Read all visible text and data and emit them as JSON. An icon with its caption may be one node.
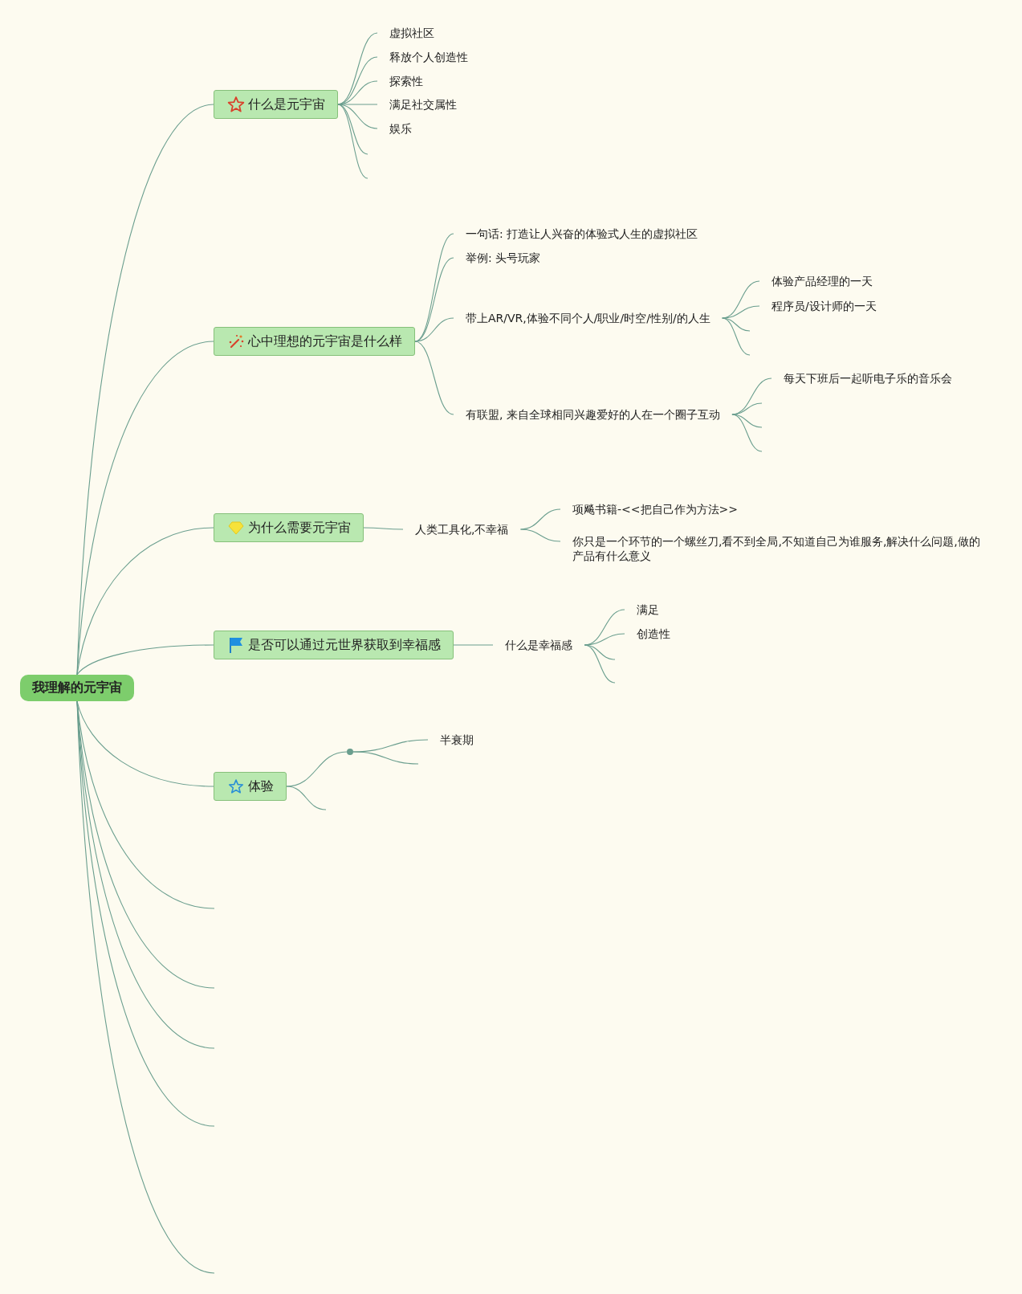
{
  "diagram": {
    "nodes": [
      {
        "text": [
          "我理解的元宇宙"
        ]
      },
      {
        "text": [
          "什么是元宇宙"
        ]
      },
      {
        "text": [
          "虚拟社区"
        ]
      },
      {
        "text": [
          "释放个人创造性"
        ]
      },
      {
        "text": [
          "探索性"
        ]
      },
      {
        "text": [
          "满足社交属性"
        ]
      },
      {
        "text": [
          "娱乐"
        ]
      },
      {
        "text": [
          "心中理想的元宇宙是什么样"
        ]
      },
      {
        "text": [
          "一句话: 打造让人兴奋的体验式人生的虚拟社区"
        ]
      },
      {
        "text": [
          "举例: 头号玩家"
        ]
      },
      {
        "text": [
          "带上AR/VR,体验不同个人/职业/时空/性别/的人生"
        ]
      },
      {
        "text": [
          "体验产品经理的一天"
        ]
      },
      {
        "text": [
          "程序员/设计师的一天"
        ]
      },
      {
        "text": [
          "有联盟, 来自全球相同兴趣爱好的人在一个圈子互动"
        ]
      },
      {
        "text": [
          "每天下班后一起听电子乐的音乐会"
        ]
      },
      {
        "text": [
          "为什么需要元宇宙"
        ]
      },
      {
        "text": [
          "人类工具化,不幸福"
        ]
      },
      {
        "text": [
          "项飚书籍-<<把自己作为方法>>"
        ]
      },
      {
        "text": [
          "你只是一个环节的一个螺丝刀,看不到全局,不知道自己为谁服务,解决什么问题,做的产品有什么意义"
        ]
      },
      {
        "text": [
          "是否可以通过元世界获取到幸福感"
        ]
      },
      {
        "text": [
          "什么是幸福感"
        ]
      },
      {
        "text": [
          "满足"
        ]
      },
      {
        "text": [
          "创造性"
        ]
      },
      {
        "text": [
          "体验"
        ]
      },
      {
        "text": [],
        "shape": "circle"
      },
      {
        "text": [
          "半衰期"
        ]
      }
    ],
    "edges": [
      {
        "from": 0,
        "to": 1,
        "arrow": "none"
      },
      {
        "from": 0,
        "to": 7,
        "arrow": "none"
      },
      {
        "from": 0,
        "to": 15,
        "arrow": "none"
      },
      {
        "from": 0,
        "to": 19,
        "arrow": "none"
      },
      {
        "from": 0,
        "to": 23,
        "arrow": "none"
      },
      {
        "from": 0,
        "to": null,
        "arrow": "none"
      },
      {
        "from": 0,
        "to": null,
        "arrow": "none"
      },
      {
        "from": 0,
        "to": null,
        "arrow": "none"
      },
      {
        "from": 0,
        "to": null,
        "arrow": "none"
      },
      {
        "from": 0,
        "to": null,
        "arrow": "none"
      },
      {
        "from": 1,
        "to": 2,
        "arrow": "none"
      },
      {
        "from": 1,
        "to": 3,
        "arrow": "none"
      },
      {
        "from": 1,
        "to": 4,
        "arrow": "none"
      },
      {
        "from": 1,
        "to": 5,
        "arrow": "none"
      },
      {
        "from": 1,
        "to": 6,
        "arrow": "none"
      },
      {
        "from": 1,
        "to": null,
        "arrow": "none"
      },
      {
        "from": 1,
        "to": null,
        "arrow": "none"
      },
      {
        "from": 7,
        "to": 8,
        "arrow": "none"
      },
      {
        "from": 7,
        "to": 9,
        "arrow": "none"
      },
      {
        "from": 7,
        "to": 10,
        "arrow": "none"
      },
      {
        "from": 7,
        "to": 13,
        "arrow": "none"
      },
      {
        "from": 10,
        "to": 11,
        "arrow": "none"
      },
      {
        "from": 10,
        "to": 12,
        "arrow": "none"
      },
      {
        "from": 10,
        "to": null,
        "arrow": "none"
      },
      {
        "from": 10,
        "to": null,
        "arrow": "none"
      },
      {
        "from": 13,
        "to": 14,
        "arrow": "none"
      },
      {
        "from": 13,
        "to": null,
        "arrow": "none"
      },
      {
        "from": 13,
        "to": null,
        "arrow": "none"
      },
      {
        "from": 13,
        "to": null,
        "arrow": "none"
      },
      {
        "from": 15,
        "to": 16,
        "arrow": "none"
      },
      {
        "from": 16,
        "to": 17,
        "arrow": "none"
      },
      {
        "from": 16,
        "to": 18,
        "arrow": "none"
      },
      {
        "from": 19,
        "to": 20,
        "arrow": "none"
      },
      {
        "from": 20,
        "to": 21,
        "arrow": "none"
      },
      {
        "from": 20,
        "to": 22,
        "arrow": "none"
      },
      {
        "from": 20,
        "to": null,
        "arrow": "none"
      },
      {
        "from": 20,
        "to": null,
        "arrow": "none"
      },
      {
        "from": 23,
        "to": 24,
        "arrow": "none"
      },
      {
        "from": 23,
        "to": null,
        "arrow": "none"
      },
      {
        "from": 24,
        "to": 25,
        "arrow": "none"
      },
      {
        "from": 24,
        "to": null,
        "arrow": "none"
      }
    ]
  }
}
